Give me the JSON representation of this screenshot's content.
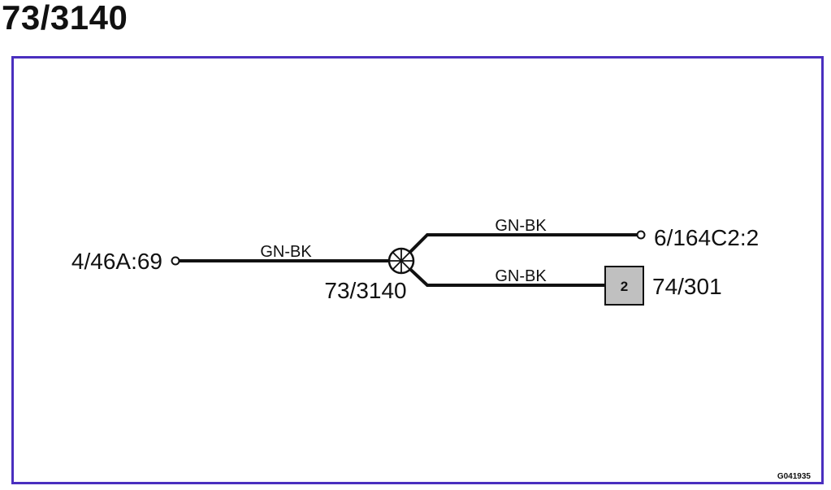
{
  "page_title": "73/3140",
  "colors": {
    "frame": "#4a2fbf",
    "wire": "#111111",
    "connector_fill": "#c0c0c0"
  },
  "diagram": {
    "left_terminal": {
      "label": "4/46A:69"
    },
    "splice": {
      "label": "73/3140",
      "icon": "splice-icon"
    },
    "upper_terminal": {
      "label": "6/164C2:2"
    },
    "connector": {
      "pin": "2",
      "label": "74/301"
    },
    "wires": {
      "main": "GN-BK",
      "upper": "GN-BK",
      "lower": "GN-BK"
    },
    "figure_id": "G041935"
  }
}
